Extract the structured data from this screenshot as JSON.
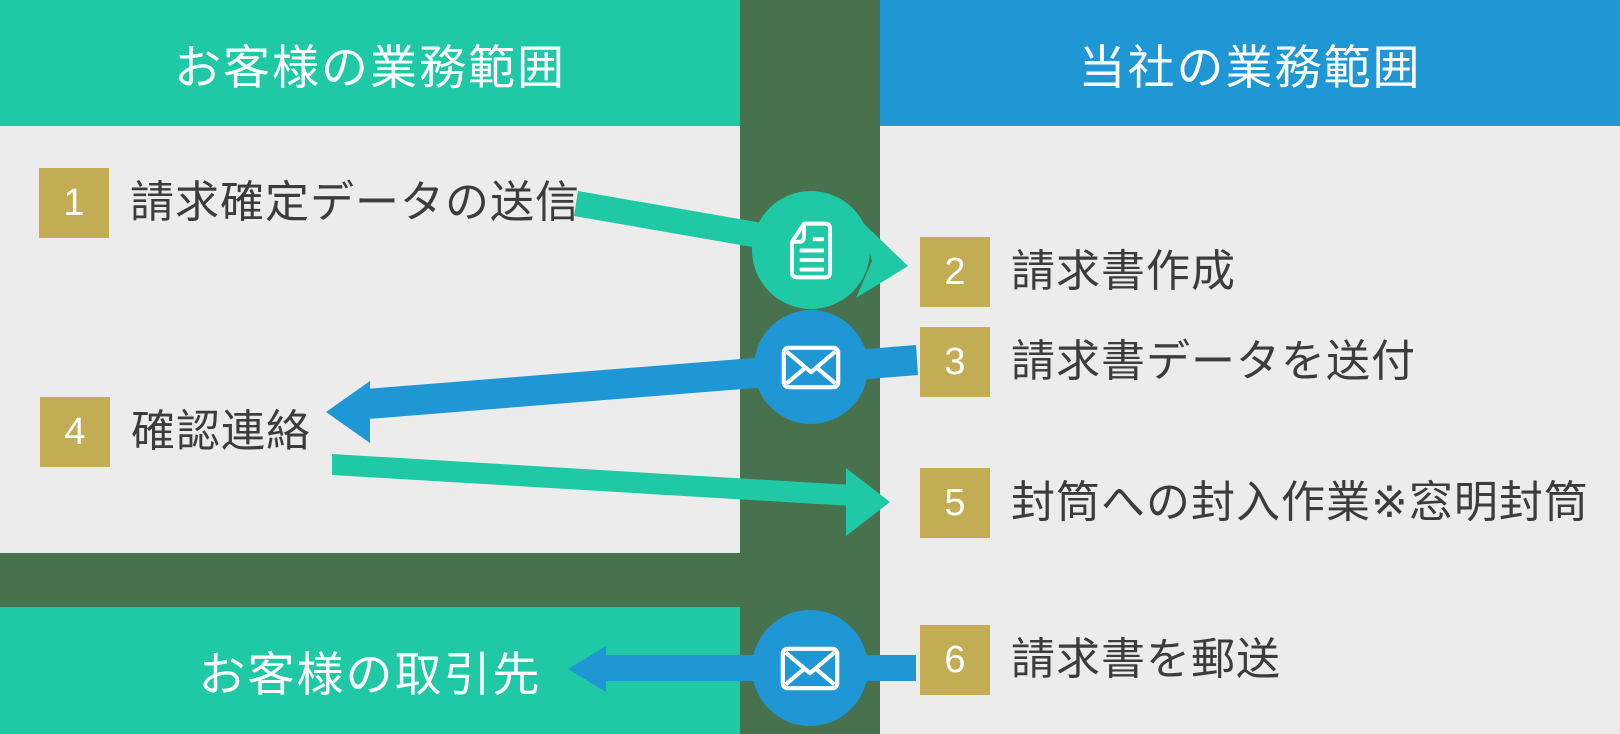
{
  "headers": {
    "customer_scope": "お客様の業務範囲",
    "company_scope": "当社の業務範囲"
  },
  "partner_bar": {
    "label": "お客様の取引先"
  },
  "steps": [
    {
      "num": "1",
      "label": "請求確定データの送信"
    },
    {
      "num": "2",
      "label": "請求書作成"
    },
    {
      "num": "3",
      "label": "請求書データを送付"
    },
    {
      "num": "4",
      "label": "確認連絡"
    },
    {
      "num": "5",
      "label": "封筒への封入作業※窓明封筒"
    },
    {
      "num": "6",
      "label": "請求書を郵送"
    }
  ],
  "icons": {
    "step1_to_step2": "document-icon",
    "step3_to_step4": "envelope-icon",
    "step6_to_partner": "envelope-icon"
  },
  "colors": {
    "teal": "#1fc9a6",
    "blue": "#2097d5",
    "dark_green": "#48714e",
    "panel_gray": "#ececec",
    "gold": "#c2ad55",
    "text": "#3c3c3c",
    "white": "#ffffff"
  }
}
